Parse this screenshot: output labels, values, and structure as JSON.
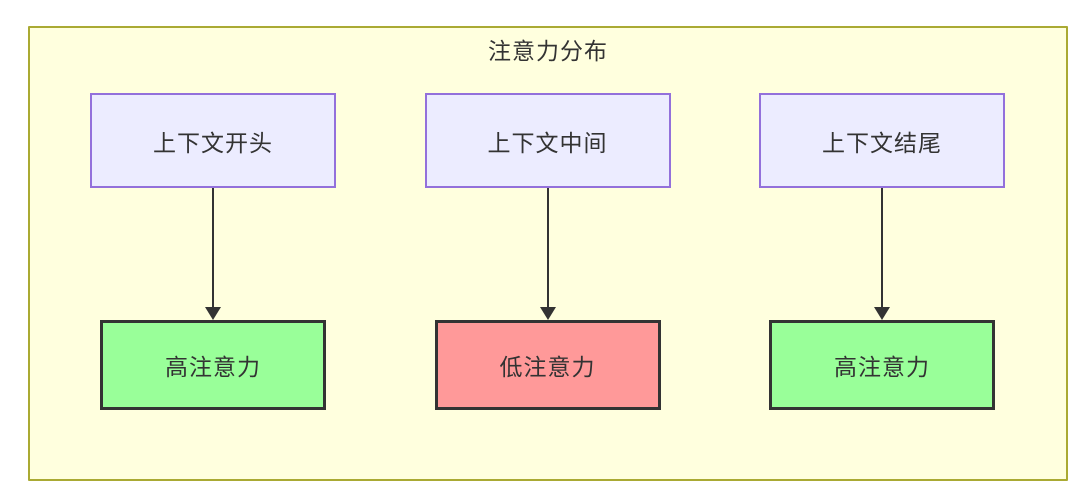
{
  "diagram": {
    "title": "注意力分布",
    "columns": [
      {
        "source": "上下文开头",
        "target": "高注意力",
        "level": "high"
      },
      {
        "source": "上下文中间",
        "target": "低注意力",
        "level": "low"
      },
      {
        "source": "上下文结尾",
        "target": "高注意力",
        "level": "high"
      }
    ],
    "colors": {
      "cluster_fill": "#ffffde",
      "cluster_border": "#aaaa33",
      "source_fill": "#ececff",
      "source_border": "#9370db",
      "high_attention_fill": "#99ff99",
      "low_attention_fill": "#ff9999",
      "node_border": "#333333",
      "arrow": "#333333",
      "text": "#333333"
    }
  }
}
